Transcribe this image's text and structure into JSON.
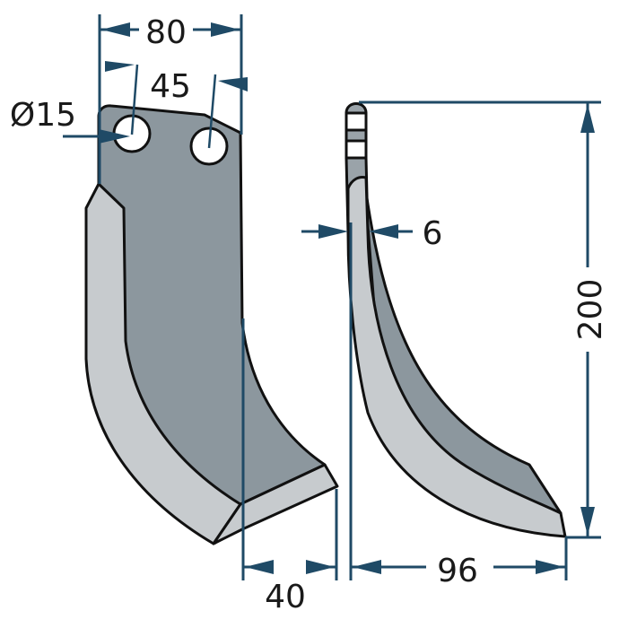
{
  "title": "Rotary tiller blade technical drawing",
  "colors": {
    "dimension_line": "#1f4a66",
    "blade_face": "#8c979e",
    "blade_edge": "#c7cbce",
    "outline": "#111111",
    "background": "#ffffff"
  },
  "dimensions": {
    "width_total": {
      "label": "80",
      "unit": "mm",
      "meaning": "overall blade width (front view)"
    },
    "hole_spacing": {
      "label": "45",
      "unit": "mm",
      "meaning": "distance between mounting holes"
    },
    "hole_diameter": {
      "label": "Ø15",
      "unit": "mm",
      "meaning": "mounting hole diameter"
    },
    "tip_width": {
      "label": "40",
      "unit": "mm",
      "meaning": "blade tip width"
    },
    "thickness": {
      "label": "6",
      "unit": "mm",
      "meaning": "blade thickness (side view)"
    },
    "height": {
      "label": "200",
      "unit": "mm",
      "meaning": "overall blade height"
    },
    "bend_depth": {
      "label": "96",
      "unit": "mm",
      "meaning": "horizontal reach of bent blade (side view)"
    }
  },
  "views": [
    "front-view",
    "side-view"
  ]
}
